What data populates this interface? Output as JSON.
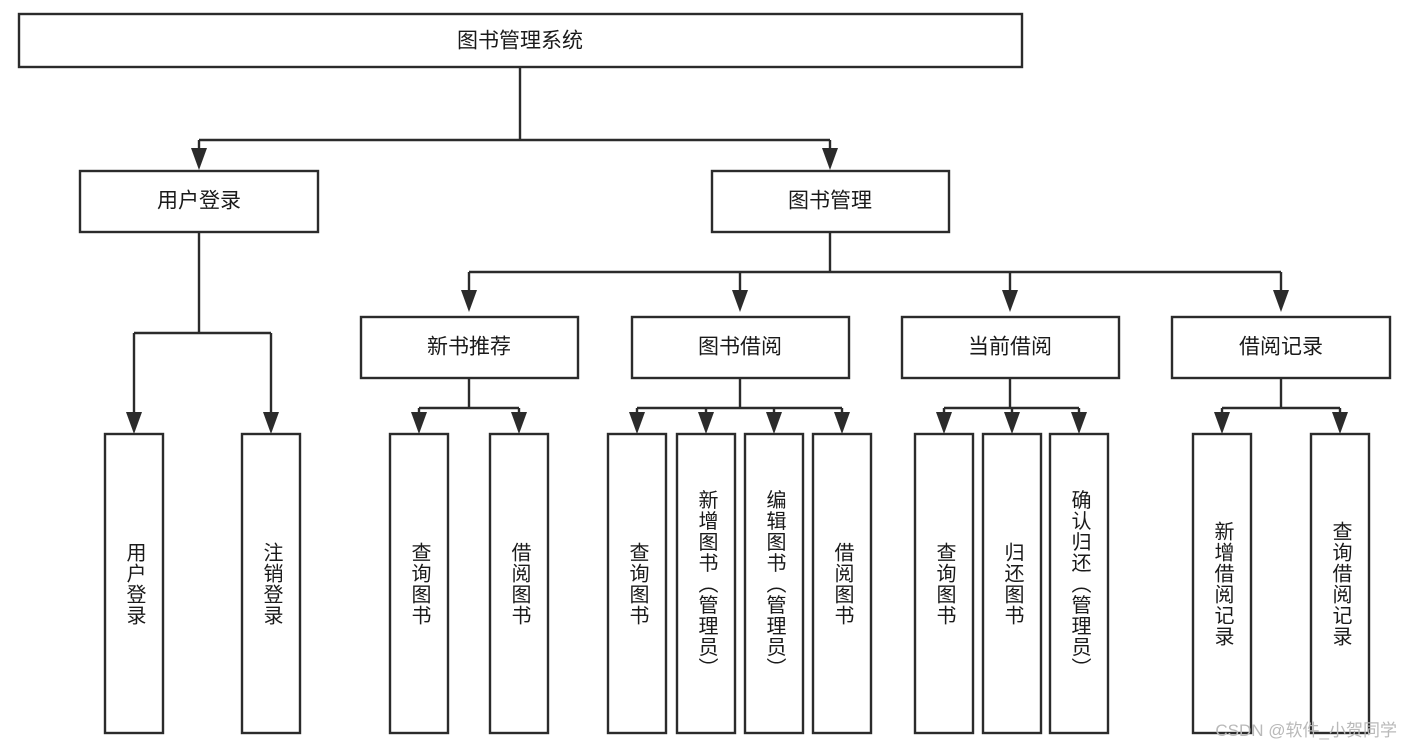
{
  "diagram": {
    "title": "图书管理系统",
    "type": "tree-hierarchy-chart",
    "root": {
      "label": "图书管理系统"
    },
    "level2": [
      {
        "label": "用户登录"
      },
      {
        "label": "图书管理"
      }
    ],
    "level3": [
      {
        "label": "新书推荐"
      },
      {
        "label": "图书借阅"
      },
      {
        "label": "当前借阅"
      },
      {
        "label": "借阅记录"
      }
    ],
    "leaves": {
      "user_login": [
        {
          "label": "用户登录"
        },
        {
          "label": "注销登录"
        }
      ],
      "new_book_recommend": [
        {
          "label": "查询图书"
        },
        {
          "label": "借阅图书"
        }
      ],
      "book_borrow": [
        {
          "label": "查询图书"
        },
        {
          "label": "新增图书（管理员）"
        },
        {
          "label": "编辑图书（管理员）"
        },
        {
          "label": "借阅图书"
        }
      ],
      "current_borrow": [
        {
          "label": "查询图书"
        },
        {
          "label": "归还图书"
        },
        {
          "label": "确认归还（管理员）"
        }
      ],
      "borrow_record": [
        {
          "label": "新增借阅记录"
        },
        {
          "label": "查询借阅记录"
        }
      ]
    },
    "watermark": "CSDN @软件_小贺同学",
    "colors": {
      "stroke": "#2b2b2b",
      "fill": "#ffffff",
      "text": "#1a1a1a",
      "watermark": "#b9b9b9",
      "background": "#ffffff"
    }
  }
}
